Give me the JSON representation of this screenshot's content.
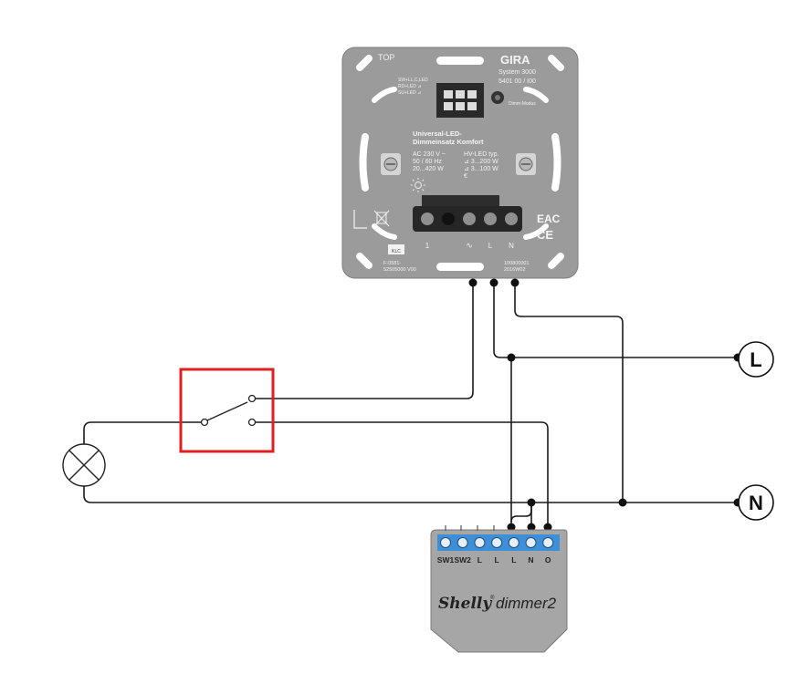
{
  "dimmer": {
    "top_label": "TOP",
    "brand": "GIRA",
    "system": "System 3000",
    "part_no": "5401 00 / I00",
    "mode_lines": [
      "SW+LL,C,LED",
      "RD+LED ⊿",
      "SU+LED ⊿"
    ],
    "title_lines": [
      "Universal-LED-",
      "Dimmeinsatz Komfort"
    ],
    "spec_left": [
      "AC 230 V ~",
      "50 / 60 Hz",
      "20...420 W"
    ],
    "spec_right": [
      "HV-LED typ.",
      "⊿ 3...200 W",
      "⊿ 3...100 W",
      "€"
    ],
    "side_text": "Dimm-Modus",
    "terminal_labels": [
      "1",
      "∿",
      "L",
      "N"
    ],
    "mark_eac": "EAC",
    "mark_ce": "CE",
    "cert_box": "KLC",
    "bottom_left": [
      "F-0581-",
      "52505000 V00"
    ],
    "bottom_right": [
      "100800001",
      "2016W02"
    ],
    "housing_color": "#9b9b9b"
  },
  "switch": {
    "highlight_color": "#e02020"
  },
  "terminals": {
    "line": "L",
    "neutral": "N"
  },
  "shelly": {
    "pins": [
      "SW1",
      "SW2",
      "L",
      "L",
      "L",
      "N",
      "O"
    ],
    "brand": "Shelly",
    "model": "dimmer2",
    "housing_color": "#a6a6a6",
    "terminal_color": "#3d8fd8"
  }
}
